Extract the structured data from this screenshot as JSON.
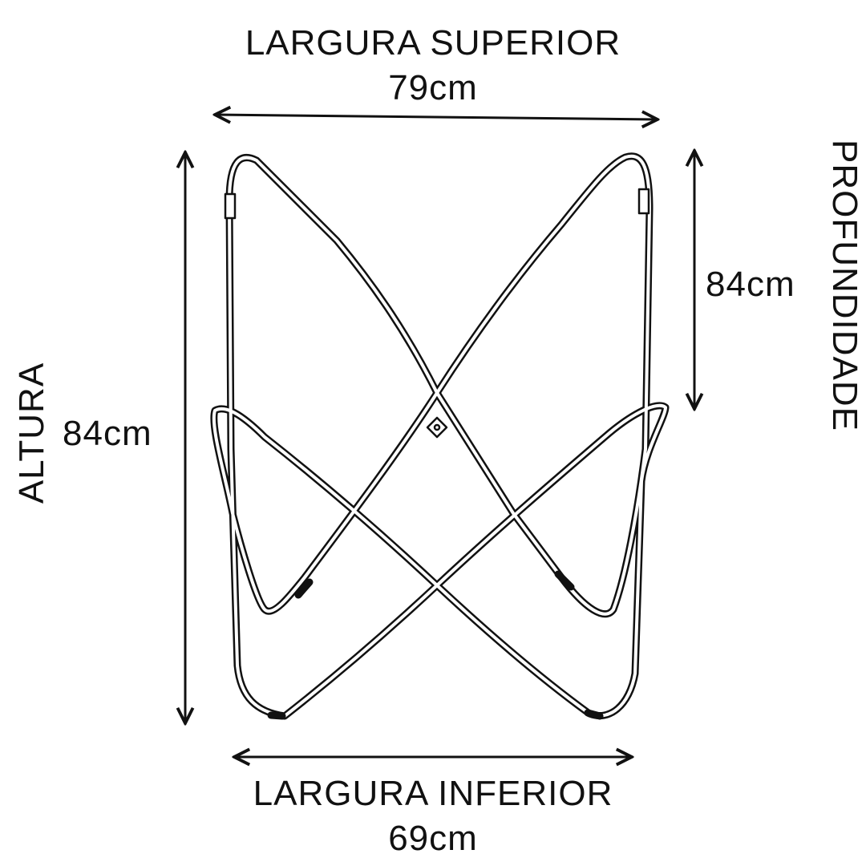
{
  "dimensions": {
    "top_width": {
      "label": "LARGURA SUPERIOR",
      "value": "79cm"
    },
    "bottom_width": {
      "label": "LARGURA INFERIOR",
      "value": "69cm"
    },
    "height": {
      "label": "ALTURA",
      "value": "84cm"
    },
    "depth": {
      "label": "PROFUNDIDADE",
      "value": "84cm"
    }
  },
  "colors": {
    "line": "#111111",
    "background": "#ffffff"
  },
  "icons": [
    "double-arrow-horizontal",
    "double-arrow-vertical",
    "chair-frame-drawing"
  ]
}
